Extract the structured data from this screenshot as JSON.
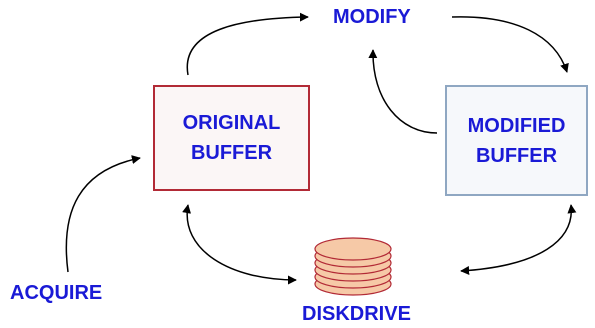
{
  "nodes": {
    "modify": "MODIFY",
    "original_buffer": [
      "ORIGINAL",
      "BUFFER"
    ],
    "modified_buffer": [
      "MODIFIED",
      "BUFFER"
    ],
    "acquire": "ACQUIRE",
    "diskdrive": "DISKDRIVE"
  },
  "colors": {
    "label": "#1a1ad6",
    "original_border": "#b22a36",
    "modified_border": "#8fa7c2",
    "disk_fill": "#f6c9a7",
    "disk_stroke": "#b22a36"
  },
  "icons": {
    "disk": "disk-stack-icon"
  }
}
